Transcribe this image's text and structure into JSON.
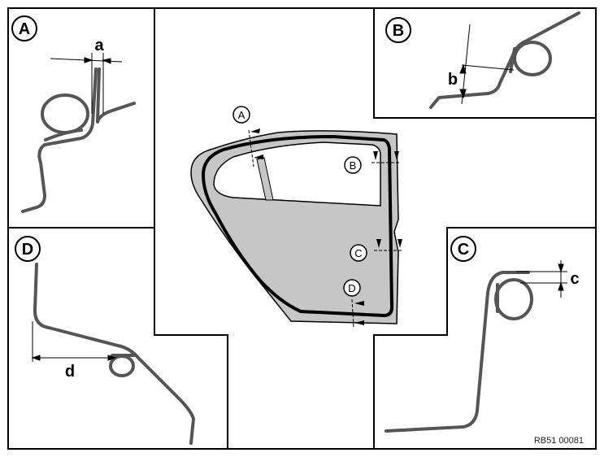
{
  "panels": {
    "a": {
      "badge": "A",
      "dimension": "a"
    },
    "b": {
      "badge": "B",
      "dimension": "b"
    },
    "c": {
      "badge": "C",
      "dimension": "c"
    },
    "d": {
      "badge": "D",
      "dimension": "d"
    }
  },
  "door_markers": [
    "A",
    "B",
    "C",
    "D"
  ],
  "reference_code": "RB51 00081"
}
